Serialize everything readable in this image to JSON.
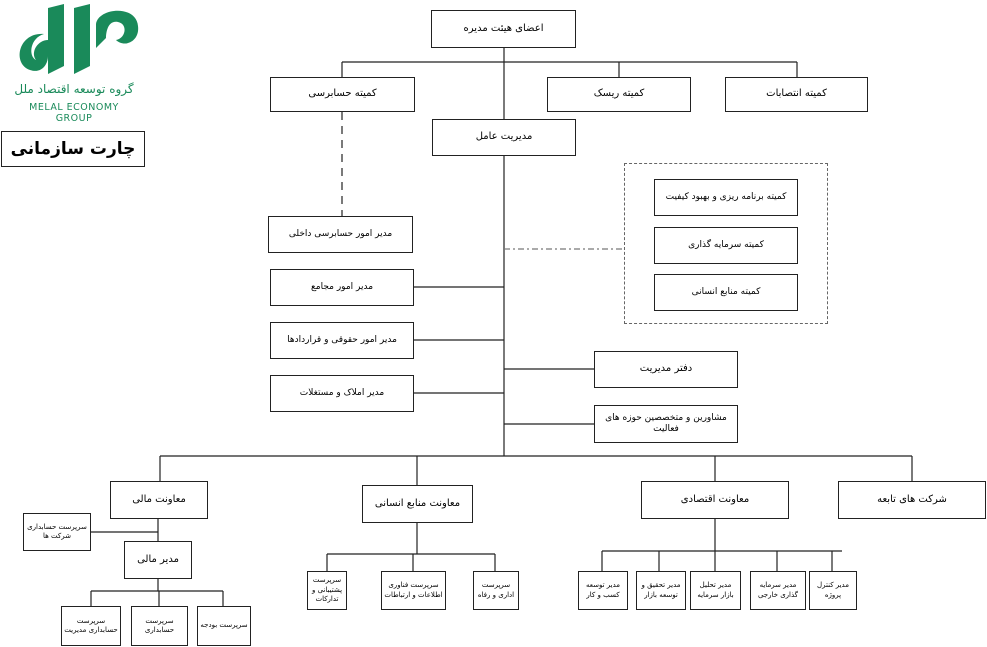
{
  "logo": {
    "name_fa": "گروه توسعه اقتصاد ملل",
    "name_en": "MELAL ECONOMY GROUP",
    "color": "#1a8a5a"
  },
  "title": "چارت سازمانی",
  "board": "اعضای هیئت مدیره",
  "committees": {
    "audit": "کمیته حسابرسی",
    "risk": "کمیته ریسک",
    "appointments": "کمیته انتصابات"
  },
  "ceo": "مدیریت عامل",
  "ceo_committees": [
    "کمیته برنامه ریزی و بهبود کیفیت",
    "کمیته سرمایه گذاری",
    "کمیته منابع انسانی"
  ],
  "left_units": [
    "مدیر امور حسابرسی داخلی",
    "مدیر امور مجامع",
    "مدیر امور حقوقی و قراردادها",
    "مدیر املاک و مستغلات"
  ],
  "right_units": [
    "دفتر مدیریت",
    "مشاورین و متخصصین حوزه های فعالیت"
  ],
  "finance": {
    "vp": "معاونت مالی",
    "companies_accounting": "سرپرست حسابداری شرکت ها",
    "manager": "مدیر مالی",
    "children": [
      "سرپرست حسابداری مدیریت",
      "سرپرست حسابداری",
      "سرپرست بودجه"
    ]
  },
  "hr": {
    "vp": "معاونت منابع انسانی",
    "children": [
      "سرپرست پشتیبانی و تدارکات",
      "سرپرست فناوری اطلاعات و ارتباطات",
      "سرپرست اداری و رفاه"
    ]
  },
  "economic": {
    "vp": "معاونت اقتصادی",
    "children": [
      "مدیر توسعه کسب و کار",
      "مدیر تحقیق و توسعه بازار",
      "مدیر تحلیل بازار سرمایه",
      "مدیر سرمایه گذاری خارجی",
      "مدیر کنترل پروژه"
    ]
  },
  "subsidiaries": "شرکت های تابعه"
}
